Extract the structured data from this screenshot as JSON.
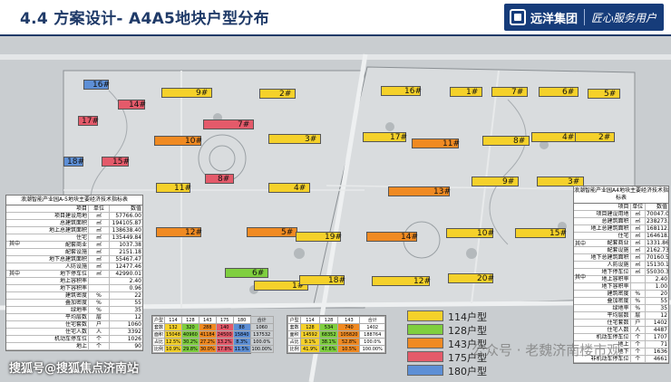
{
  "header": {
    "title": "4.4 方案设计- A4A5地块户型分布",
    "brand": "远洋集团",
    "slogan": "匠心服务用户"
  },
  "buildings": [
    {
      "id": "16#",
      "type": "b180"
    },
    {
      "id": "14#",
      "type": "b175"
    },
    {
      "id": "9#",
      "type": "b114"
    },
    {
      "id": "2#",
      "type": "b114"
    },
    {
      "id": "17#",
      "type": "b175"
    },
    {
      "id": "7#",
      "type": "b175"
    },
    {
      "id": "10#",
      "type": "b143"
    },
    {
      "id": "3#",
      "type": "b114"
    },
    {
      "id": "18#",
      "type": "b180"
    },
    {
      "id": "15#",
      "type": "b175"
    },
    {
      "id": "8#",
      "type": "b175"
    },
    {
      "id": "11#",
      "type": "b114"
    },
    {
      "id": "4#",
      "type": "b114"
    },
    {
      "id": "12#",
      "type": "b143"
    },
    {
      "id": "5#",
      "type": "b143"
    },
    {
      "id": "6#",
      "type": "b128"
    },
    {
      "id": "1#",
      "type": "b114"
    },
    {
      "id": "16#",
      "type": "b114"
    },
    {
      "id": "1#",
      "type": "b114"
    },
    {
      "id": "7#",
      "type": "b114"
    },
    {
      "id": "6#",
      "type": "b114"
    },
    {
      "id": "5#",
      "type": "b114"
    },
    {
      "id": "17#",
      "type": "b114"
    },
    {
      "id": "11#",
      "type": "b143"
    },
    {
      "id": "8#",
      "type": "b114"
    },
    {
      "id": "4#",
      "type": "b114"
    },
    {
      "id": "2#",
      "type": "b114"
    },
    {
      "id": "13#",
      "type": "b143"
    },
    {
      "id": "9#",
      "type": "b114"
    },
    {
      "id": "3#",
      "type": "b114"
    },
    {
      "id": "19#",
      "type": "b114"
    },
    {
      "id": "14#",
      "type": "b143"
    },
    {
      "id": "10#",
      "type": "b114"
    },
    {
      "id": "15#",
      "type": "b114"
    },
    {
      "id": "18#",
      "type": "b114"
    },
    {
      "id": "12#",
      "type": "b114"
    },
    {
      "id": "20#",
      "type": "b114"
    }
  ],
  "table_left": {
    "title": "浪潮智能产业园A-5地块主要经济技术指标表",
    "rows": [
      [
        "项目",
        "单位",
        "数值"
      ],
      [
        "项目建设用地",
        "㎡",
        "57766.00"
      ],
      [
        "总建筑面积",
        "㎡",
        "194105.87"
      ],
      [
        "地上总建筑面积",
        "㎡",
        "138638.40"
      ],
      [
        "住宅",
        "㎡",
        "135449.84"
      ],
      [
        "配套商业",
        "㎡",
        "1037.38"
      ],
      [
        "配套设施",
        "㎡",
        "2151.18"
      ],
      [
        "地下总建筑面积",
        "㎡",
        "55467.47"
      ],
      [
        "人防设施",
        "㎡",
        "12477.46"
      ],
      [
        "地下停车位",
        "㎡",
        "42990.01"
      ],
      [
        "地上容积率",
        "",
        "2.40"
      ],
      [
        "地下容积率",
        "",
        "0.96"
      ],
      [
        "建筑密度",
        "%",
        "22"
      ],
      [
        "叠加密度",
        "%",
        "55"
      ],
      [
        "绿地率",
        "%",
        "35"
      ],
      [
        "平均层数",
        "层",
        "12"
      ],
      [
        "住宅套数",
        "户",
        "1060"
      ],
      [
        "住宅人数",
        "人",
        "3392"
      ],
      [
        "机动车停车位",
        "个",
        "1026"
      ],
      [
        "地上",
        "个",
        "90"
      ]
    ]
  },
  "table_right": {
    "title": "浪潮智能产业园A4地块主要经济技术指标表",
    "rows": [
      [
        "项目",
        "单位",
        "数值"
      ],
      [
        "项目建设用地",
        "㎡",
        "70047.00"
      ],
      [
        "总建筑面积",
        "㎡",
        "238273.33"
      ],
      [
        "地上总建筑面积",
        "㎡",
        "168112.80"
      ],
      [
        "住宅",
        "㎡",
        "164618.21"
      ],
      [
        "配套商业",
        "㎡",
        "1331.86"
      ],
      [
        "配套设施",
        "㎡",
        "2162.73"
      ],
      [
        "地下总建筑面积",
        "㎡",
        "70160.53"
      ],
      [
        "人防设施",
        "㎡",
        "15130.15"
      ],
      [
        "地下停车位",
        "㎡",
        "55030.38"
      ],
      [
        "地上容积率",
        "",
        "2.40"
      ],
      [
        "地下容积率",
        "",
        "1.00"
      ],
      [
        "建筑密度",
        "%",
        "20"
      ],
      [
        "叠加密度",
        "%",
        "55"
      ],
      [
        "绿地率",
        "%",
        "35"
      ],
      [
        "平均层数",
        "层",
        "12"
      ],
      [
        "住宅套数",
        "户",
        "1402"
      ],
      [
        "住宅人数",
        "人",
        "4487"
      ],
      [
        "机动车停车位",
        "个",
        "1707"
      ],
      [
        "地上",
        "个",
        "71"
      ],
      [
        "地下",
        "个",
        "1636"
      ],
      [
        "非机动车停车位",
        "个",
        "4661"
      ]
    ]
  },
  "side_labels": {
    "qizhong": "其中"
  },
  "mini_left": {
    "rows": [
      [
        "户型",
        "114",
        "128",
        "143",
        "175",
        "180",
        "合计"
      ],
      [
        "套数",
        "132",
        "320",
        "288",
        "140",
        "88",
        "1060"
      ],
      [
        "面积",
        "15048",
        "40960",
        "41184",
        "24500",
        "15840",
        "137532"
      ],
      [
        "占比",
        "12.5%",
        "30.2%",
        "27.2%",
        "13.2%",
        "8.3%",
        "100.0%"
      ],
      [
        "比例",
        "10.9%",
        "29.8%",
        "30.0%",
        "17.8%",
        "11.5%",
        "100.00%"
      ]
    ]
  },
  "mini_right": {
    "rows": [
      [
        "户型",
        "114",
        "128",
        "143",
        "合计"
      ],
      [
        "套数",
        "128",
        "534",
        "740",
        "1402"
      ],
      [
        "面积",
        "14592",
        "68352",
        "105820",
        "188764"
      ],
      [
        "占比",
        "9.1%",
        "38.1%",
        "52.8%",
        "100.0%"
      ],
      [
        "比例",
        "41.9%",
        "47.6%",
        "10.5%",
        "100.00%"
      ]
    ]
  },
  "legend": [
    {
      "label": "114户型",
      "color": "#f5d12a"
    },
    {
      "label": "128户型",
      "color": "#7fcf3f"
    },
    {
      "label": "143户型",
      "color": "#f08a22"
    },
    {
      "label": "175户型",
      "color": "#e45a6a"
    },
    {
      "label": "180户型",
      "color": "#5d8fd6"
    }
  ],
  "watermarks": {
    "left": "搜狐号@搜狐焦点济南站",
    "right": "公众号 · 老魏济南楼市观"
  }
}
